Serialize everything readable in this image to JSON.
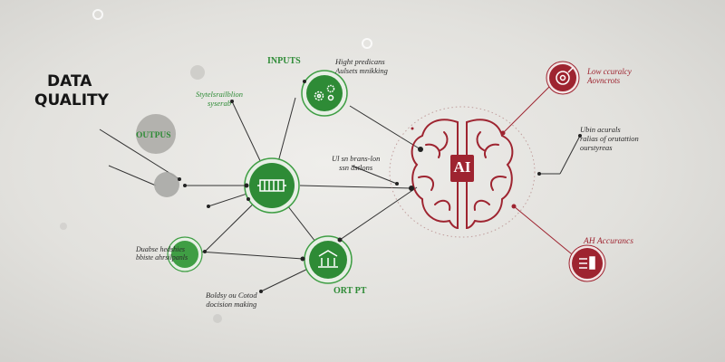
{
  "title": {
    "line1": "DATA",
    "line2": "QUALITY"
  },
  "nodes": {
    "inputs": {
      "label": "INPUTS",
      "icon": "gears-icon"
    },
    "hub": {
      "icon": "database-icon"
    },
    "output": {
      "label": "ORT PT",
      "icon": "bank-icon"
    },
    "outputs_circle": {
      "label": "OUTPUS"
    },
    "small_green": {
      "icon": ""
    },
    "ai": {
      "label": "AI"
    },
    "low_accuracy": {
      "icon": "target-icon"
    },
    "ai_accuracy": {
      "icon": "report-icon"
    }
  },
  "annotations": {
    "high_predictions": {
      "line1": "Hight predicans",
      "line2": "Aulsets mnikking"
    },
    "systematic": {
      "line1": "Stytelsrailblion",
      "line2": "syserab"
    },
    "bias_decisions": {
      "line1": "Ul sn brans-lon",
      "line2": "ssn dstlons"
    },
    "biased_outputs": {
      "line1": "Duabse hedshies",
      "line2": "bbiste ahrsilpanls"
    },
    "bad_decision": {
      "line1": "Boldsy ou Cotod",
      "line2": "docision making"
    },
    "low_accuracy": {
      "line1": "Low ccuralcy",
      "line2": "Aovncrots"
    },
    "accurate": {
      "line1": "Ubin acurals",
      "line2": "ralias of orutattion",
      "line3": "ourstyreas"
    },
    "ai_accuracy": {
      "line1": "AH Accurancs"
    }
  },
  "colors": {
    "green": "#2e8b36",
    "green_light": "#3f9e44",
    "red": "#9e2430",
    "line": "#333333",
    "gray_circle": "#a9a8a5"
  }
}
